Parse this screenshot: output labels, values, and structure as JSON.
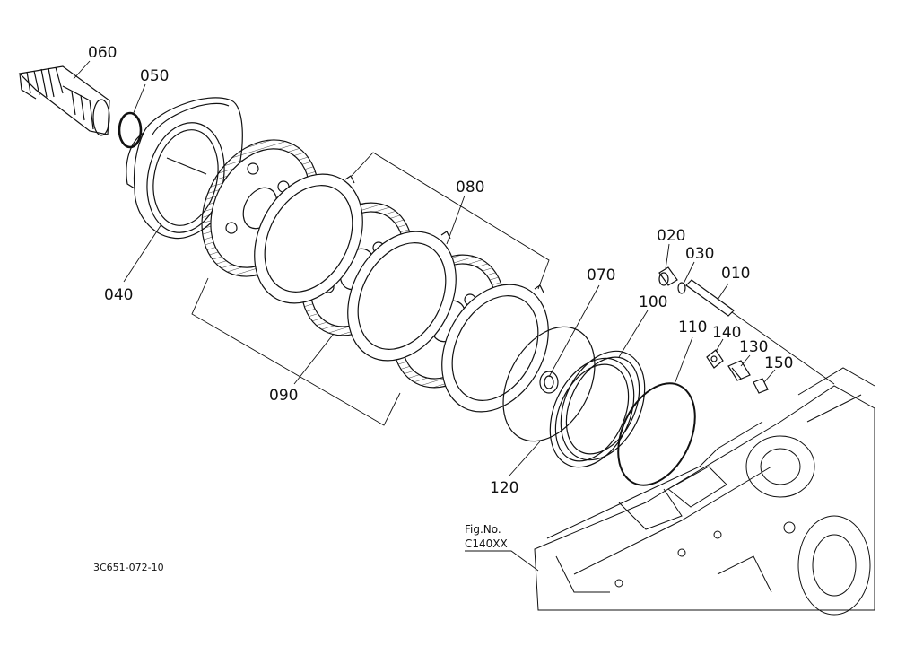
{
  "diagram": {
    "part_labels": {
      "p060": "060",
      "p050": "050",
      "p040": "040",
      "p080": "080",
      "p090": "090",
      "p070": "070",
      "p100": "100",
      "p120": "120",
      "p110": "110",
      "p020": "020",
      "p030": "030",
      "p010": "010",
      "p140": "140",
      "p130": "130",
      "p150": "150"
    },
    "fig_title": "Fig.No.",
    "fig_code": "C140XX",
    "drawing_code": "3C651-072-10"
  },
  "colors": {
    "line": "#111111",
    "background": "#ffffff"
  }
}
